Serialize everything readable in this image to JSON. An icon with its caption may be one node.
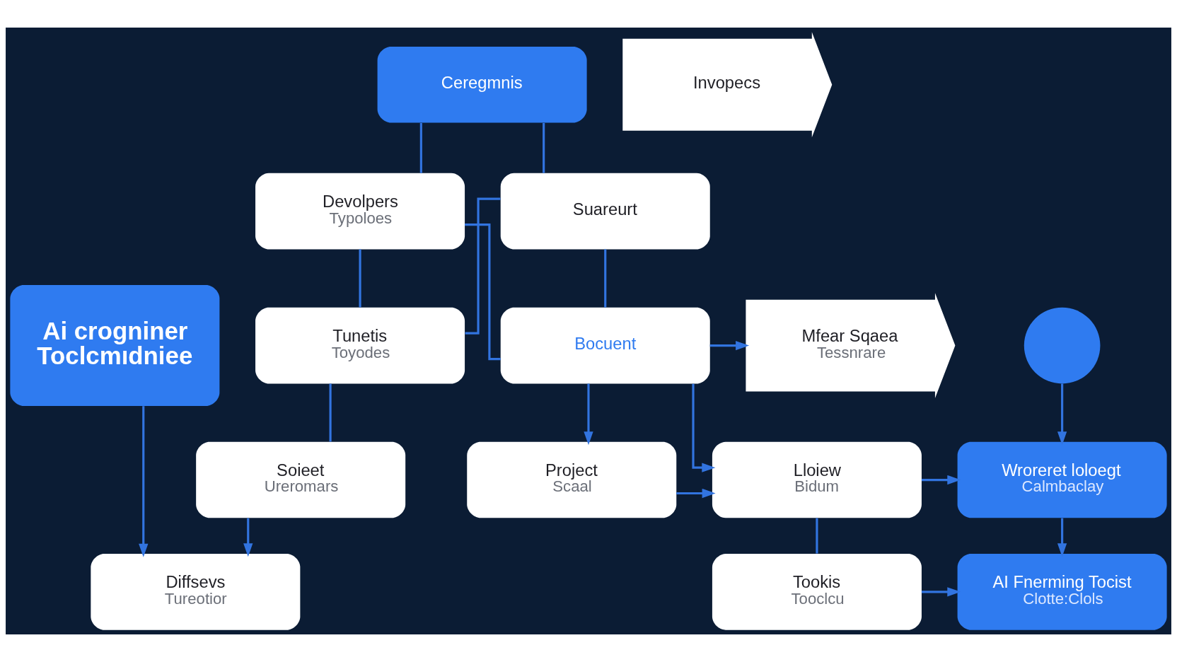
{
  "diagram": {
    "nodes": [
      {
        "text": [
          "Ceregmnis"
        ]
      },
      {
        "text": [
          "Invopecs"
        ]
      },
      {
        "text": [
          "Devolpers",
          "Typoloes"
        ]
      },
      {
        "text": [
          "Suareurt"
        ]
      },
      {
        "text": [
          "Ai crogniner Toclcmıdniee"
        ]
      },
      {
        "text": [
          "Tunetis",
          "Toyodes"
        ]
      },
      {
        "text": [
          "Bocuent"
        ]
      },
      {
        "text": [
          "Mfear Sqaea",
          "Tessnrare"
        ]
      },
      {
        "text": [],
        "shape": "circle"
      },
      {
        "text": [
          "Soieet",
          "Ureromars"
        ]
      },
      {
        "text": [
          "Project",
          "Scaal"
        ]
      },
      {
        "text": [
          "Lloiew",
          "Bidum"
        ]
      },
      {
        "text": [
          "Wroreret loloegt",
          "Calmbaclay"
        ]
      },
      {
        "text": [
          "Diffsevs",
          "Tureotior"
        ]
      },
      {
        "text": [
          "Tookis",
          "Tooclcu"
        ]
      },
      {
        "text": [
          "AI Fnerming Tocist",
          "Clotte:Clols"
        ]
      }
    ],
    "edges": [
      {
        "from": 0,
        "to": 2,
        "arrow": "none"
      },
      {
        "from": 0,
        "to": 3,
        "arrow": "none"
      },
      {
        "from": 2,
        "to": 5,
        "arrow": "none"
      },
      {
        "from": 2,
        "to": 6,
        "arrow": "none"
      },
      {
        "from": 3,
        "to": 5,
        "arrow": "none"
      },
      {
        "from": 3,
        "to": 6,
        "arrow": "none"
      },
      {
        "from": 4,
        "to": 13,
        "arrow": "to"
      },
      {
        "from": 5,
        "to": 9,
        "arrow": "none"
      },
      {
        "from": 6,
        "to": 10,
        "arrow": "to"
      },
      {
        "from": 6,
        "to": 11,
        "arrow": "to"
      },
      {
        "from": 6,
        "to": 7,
        "arrow": "to"
      },
      {
        "from": 8,
        "to": 12,
        "arrow": "to"
      },
      {
        "from": 9,
        "to": 13,
        "arrow": "to"
      },
      {
        "from": 10,
        "to": 11,
        "arrow": "to"
      },
      {
        "from": 11,
        "to": 12,
        "arrow": "to"
      },
      {
        "from": 11,
        "to": 14,
        "arrow": "none"
      },
      {
        "from": 12,
        "to": 15,
        "arrow": "to"
      },
      {
        "from": 14,
        "to": 15,
        "arrow": "to"
      }
    ]
  }
}
